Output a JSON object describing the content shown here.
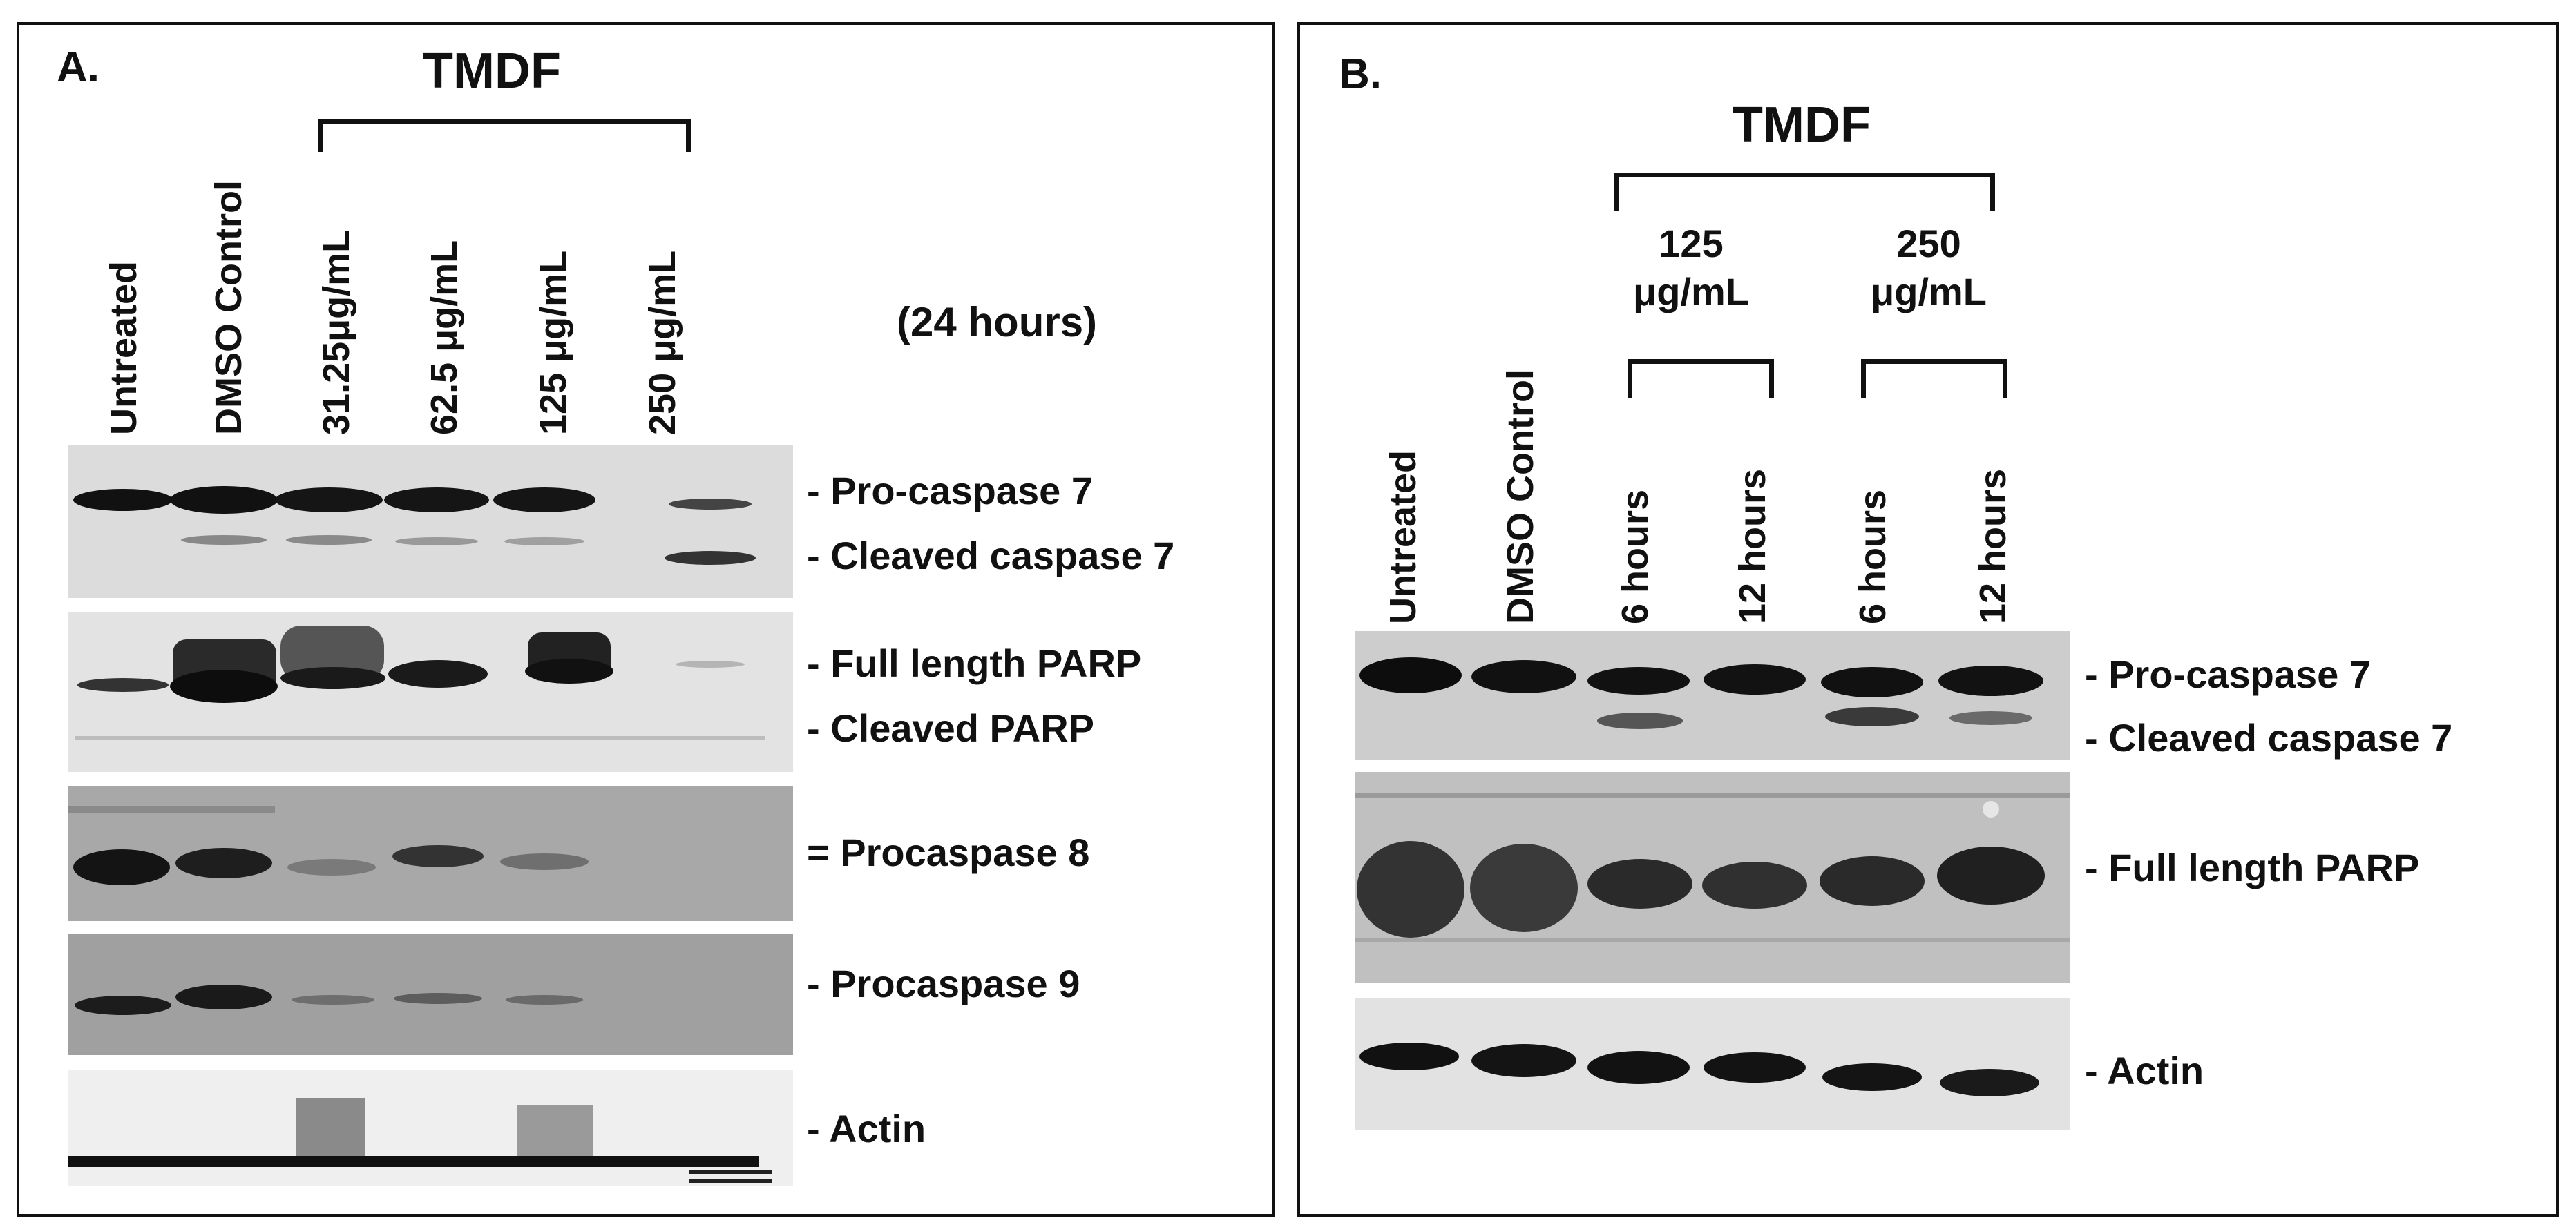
{
  "panel_a": {
    "letter": "A.",
    "treatment": "TMDF",
    "duration": "(24 hours)",
    "lanes": [
      "Untreated",
      "DMSO Control",
      "31.25μg/mL",
      "62.5 μg/mL",
      "125 μg/mL",
      "250 μg/mL"
    ],
    "labels": {
      "pro_casp7": "- Pro-caspase 7",
      "cleaved_casp7": "- Cleaved caspase 7",
      "full_parp": "- Full length PARP",
      "cleaved_parp": "- Cleaved PARP",
      "procasp8": "= Procaspase 8",
      "procasp9": "- Procaspase 9",
      "actin": "- Actin"
    }
  },
  "panel_b": {
    "letter": "B.",
    "treatment": "TMDF",
    "dose1": "125 μg/mL",
    "dose2": "250 μg/mL",
    "lanes": [
      "Untreated",
      "DMSO Control",
      "6 hours",
      "12 hours",
      "6 hours",
      "12 hours"
    ],
    "labels": {
      "pro_casp7": "- Pro-caspase 7",
      "cleaved_casp7": "- Cleaved caspase 7",
      "full_parp": "- Full length PARP",
      "actin": "- Actin"
    }
  }
}
